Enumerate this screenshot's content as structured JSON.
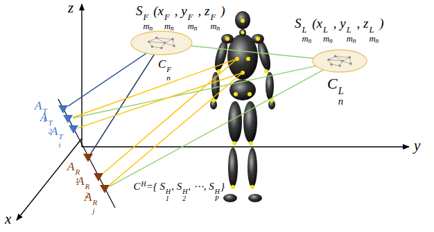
{
  "diagram": {
    "nodes": [
      {
        "text": [
          "S",
          "F",
          "m",
          "n",
          "(x",
          "F",
          "m",
          "n",
          ", y",
          "F",
          "m",
          "n",
          ", z",
          "F",
          "m",
          "n",
          ")",
          "C",
          "F",
          "n"
        ]
      },
      {
        "text": [
          "S",
          "L",
          "m",
          "n",
          "(x",
          "L",
          "m",
          "n",
          ", y",
          "L",
          "m",
          "n",
          ", z",
          "L",
          "m",
          "n",
          ")",
          "C",
          "L",
          "n"
        ]
      },
      {
        "text": [
          "A",
          "1",
          "T"
        ]
      },
      {
        "text": [
          "A",
          "2",
          "T"
        ]
      },
      {
        "text": [
          "A",
          "i",
          "T"
        ]
      },
      {
        "text": [
          "C",
          "H",
          "={ S",
          "H",
          "1",
          ", S",
          "H",
          "2",
          ", ⋯, S",
          "H",
          "P",
          "}"
        ]
      },
      {
        "text": [
          "A",
          "1",
          "R"
        ]
      },
      {
        "text": [
          "A",
          "2",
          "R"
        ]
      },
      {
        "text": [
          "A",
          "j",
          "R"
        ]
      }
    ],
    "edges": [
      {
        "from": 2,
        "to": 0,
        "arrow": "none"
      },
      {
        "from": 6,
        "to": 0,
        "arrow": "none"
      },
      {
        "from": 3,
        "to": 1,
        "arrow": "none"
      },
      {
        "from": 8,
        "to": 1,
        "arrow": "none"
      },
      {
        "from": 0,
        "to": 1,
        "arrow": "none"
      },
      {
        "from": 3,
        "to": 5,
        "arrow": "none"
      },
      {
        "from": 4,
        "to": 5,
        "arrow": "none"
      },
      {
        "from": 7,
        "to": 5,
        "arrow": "none"
      },
      {
        "from": 8,
        "to": 5,
        "arrow": "none"
      }
    ],
    "labels": [
      "z",
      "y",
      "x"
    ]
  }
}
